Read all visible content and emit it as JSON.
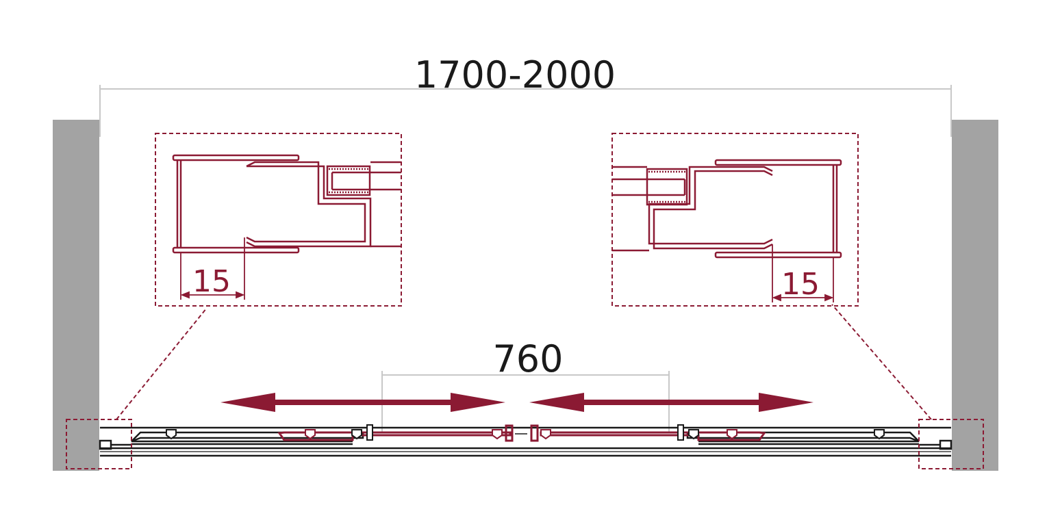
{
  "dimensions": {
    "overall_width": "1700-2000",
    "opening_width": "760",
    "left_adjustment": "15",
    "right_adjustment": "15"
  },
  "colors": {
    "accent": "#8b1a33",
    "wall": "#a3a3a3",
    "dimension_line": "#c8c8c8",
    "profile": "#1a1a1a"
  }
}
